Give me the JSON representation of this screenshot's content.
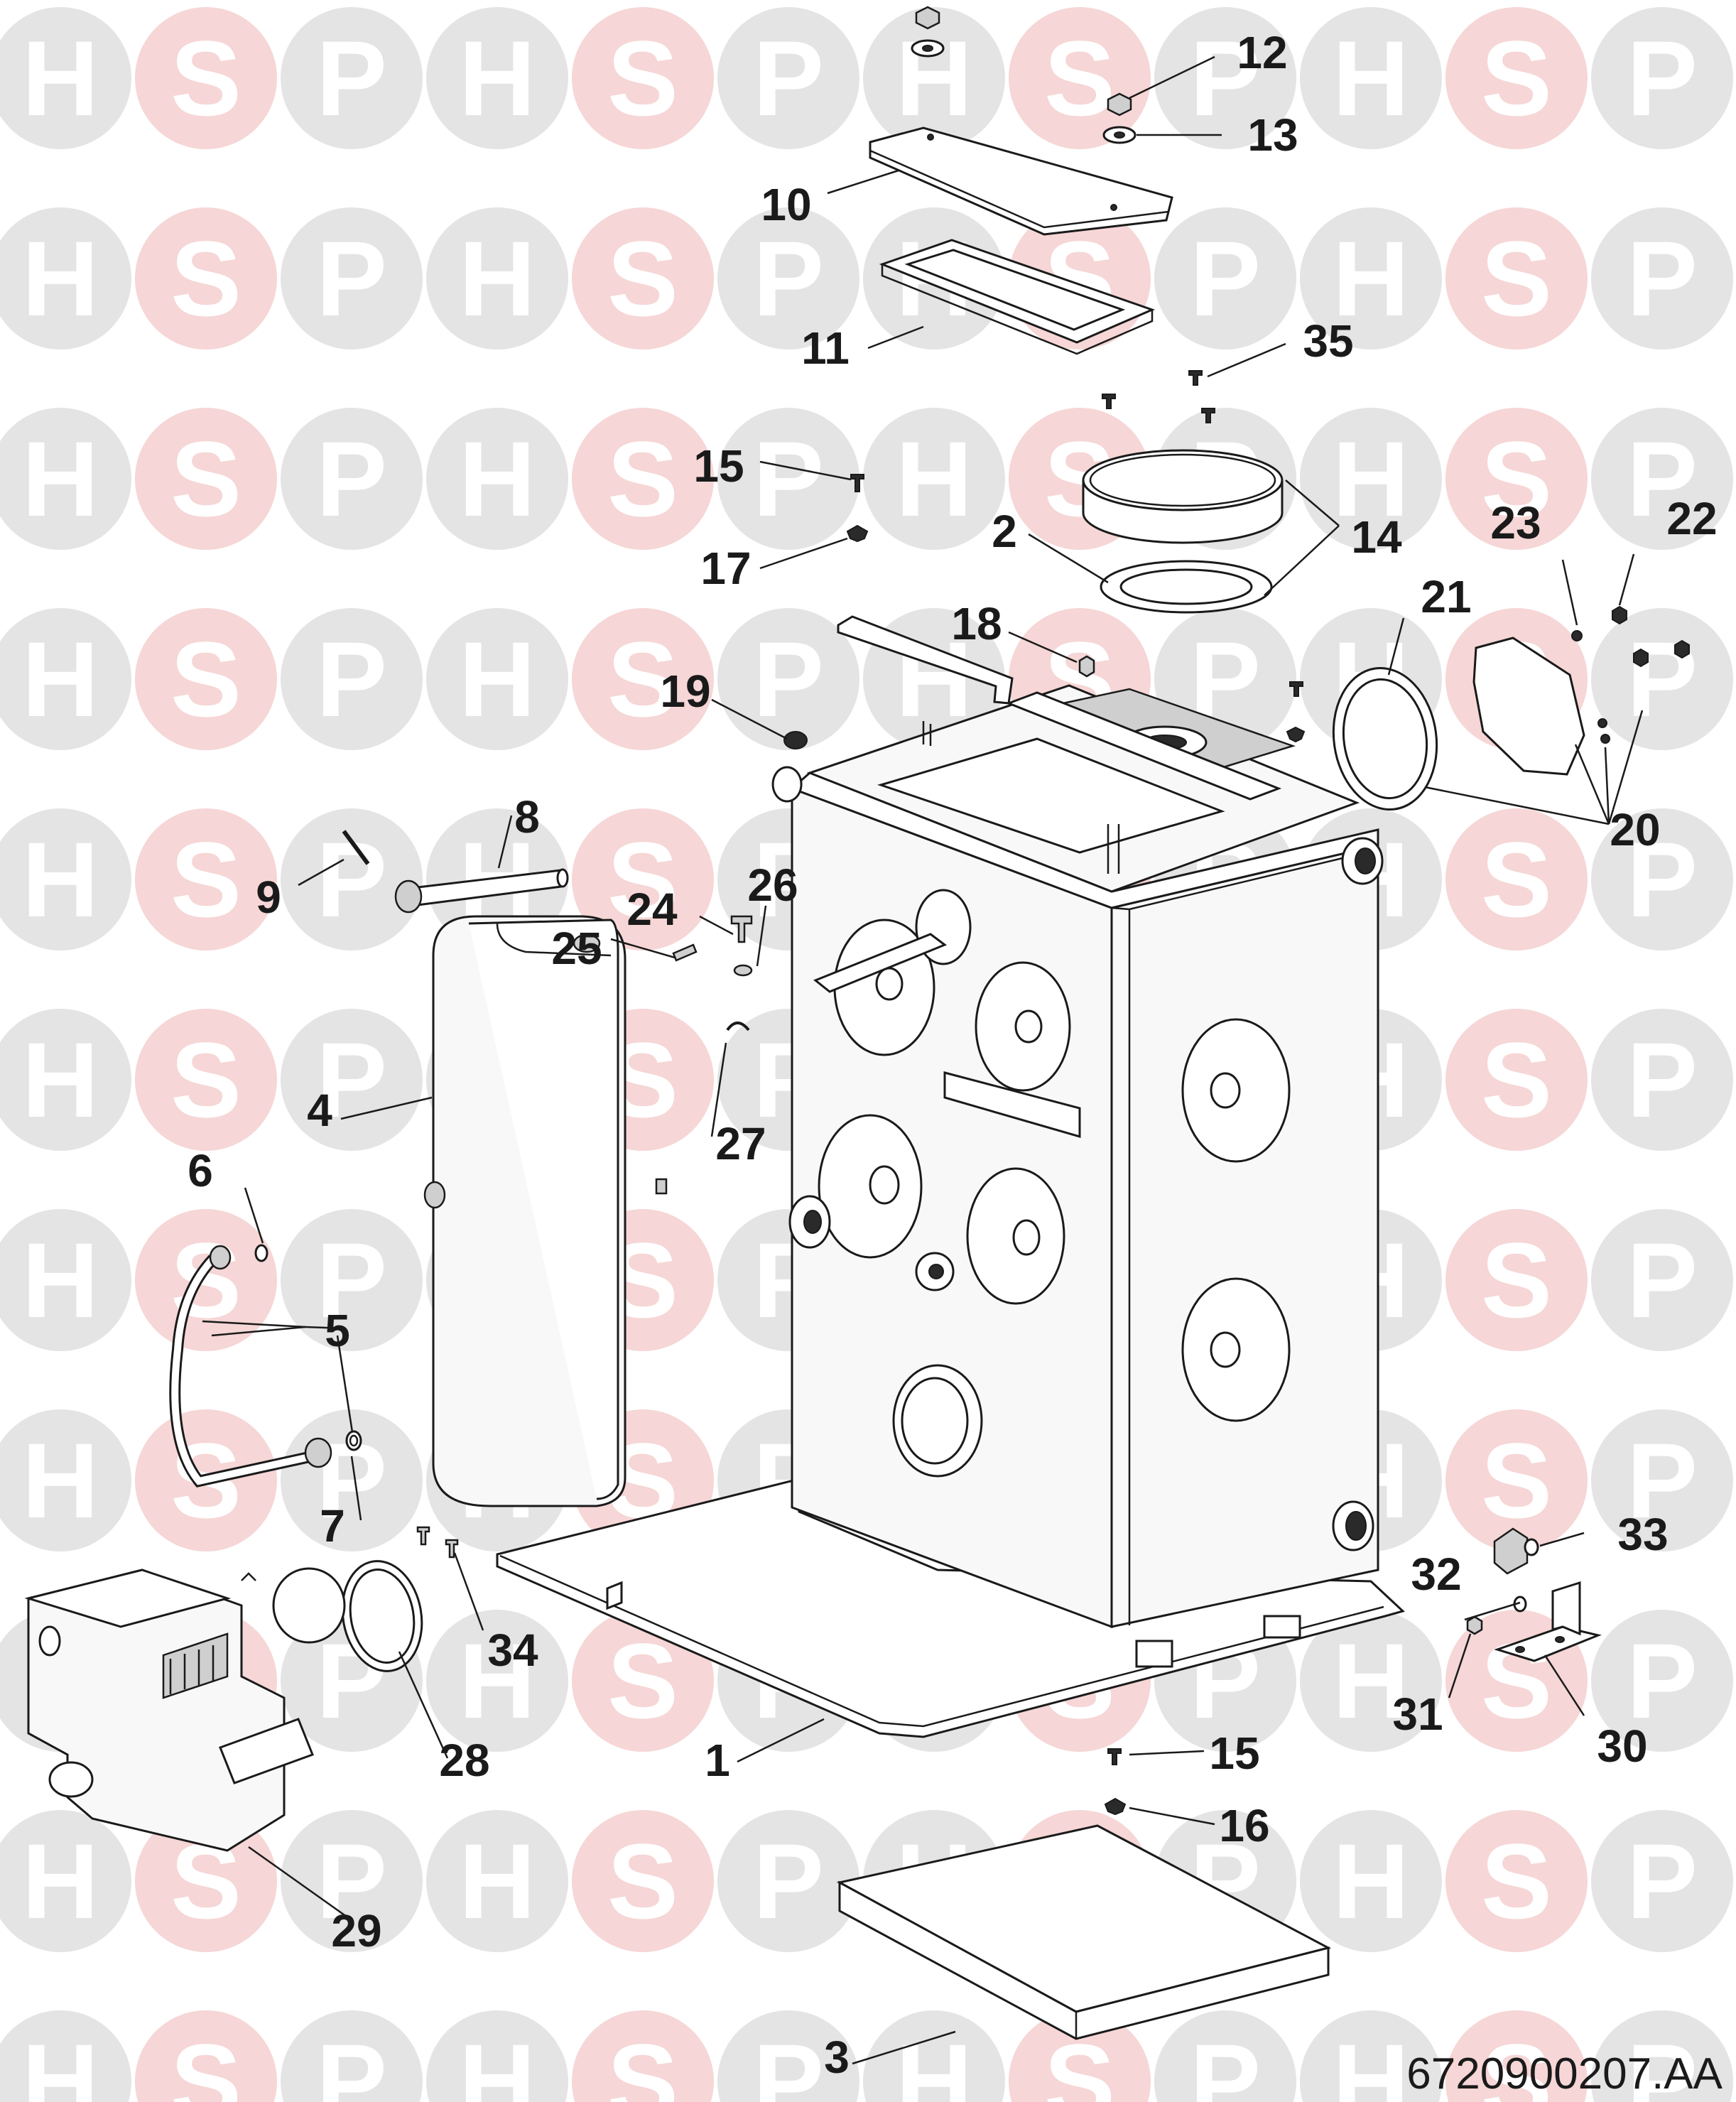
{
  "watermark": {
    "letters": [
      "H",
      "S",
      "P"
    ],
    "colors": {
      "h": "#e4e4e4",
      "s": "#f6d6d6",
      "p": "#e4e4e4"
    }
  },
  "diagram_code": "6720900207.AA",
  "callouts": [
    {
      "key": "1",
      "text": "1"
    },
    {
      "key": "2",
      "text": "2"
    },
    {
      "key": "3",
      "text": "3"
    },
    {
      "key": "4",
      "text": "4"
    },
    {
      "key": "5",
      "text": "5"
    },
    {
      "key": "6",
      "text": "6"
    },
    {
      "key": "7",
      "text": "7"
    },
    {
      "key": "8",
      "text": "8"
    },
    {
      "key": "9",
      "text": "9"
    },
    {
      "key": "10",
      "text": "10"
    },
    {
      "key": "11",
      "text": "11"
    },
    {
      "key": "12",
      "text": "12"
    },
    {
      "key": "13",
      "text": "13"
    },
    {
      "key": "14",
      "text": "14"
    },
    {
      "key": "15a",
      "text": "15"
    },
    {
      "key": "15b",
      "text": "15"
    },
    {
      "key": "16",
      "text": "16"
    },
    {
      "key": "17",
      "text": "17"
    },
    {
      "key": "18",
      "text": "18"
    },
    {
      "key": "19",
      "text": "19"
    },
    {
      "key": "20",
      "text": "20"
    },
    {
      "key": "21",
      "text": "21"
    },
    {
      "key": "22",
      "text": "22"
    },
    {
      "key": "23",
      "text": "23"
    },
    {
      "key": "24",
      "text": "24"
    },
    {
      "key": "25",
      "text": "25"
    },
    {
      "key": "26",
      "text": "26"
    },
    {
      "key": "27",
      "text": "27"
    },
    {
      "key": "28",
      "text": "28"
    },
    {
      "key": "29",
      "text": "29"
    },
    {
      "key": "30",
      "text": "30"
    },
    {
      "key": "31",
      "text": "31"
    },
    {
      "key": "32",
      "text": "32"
    },
    {
      "key": "33",
      "text": "33"
    },
    {
      "key": "34",
      "text": "34"
    },
    {
      "key": "35",
      "text": "35"
    }
  ]
}
